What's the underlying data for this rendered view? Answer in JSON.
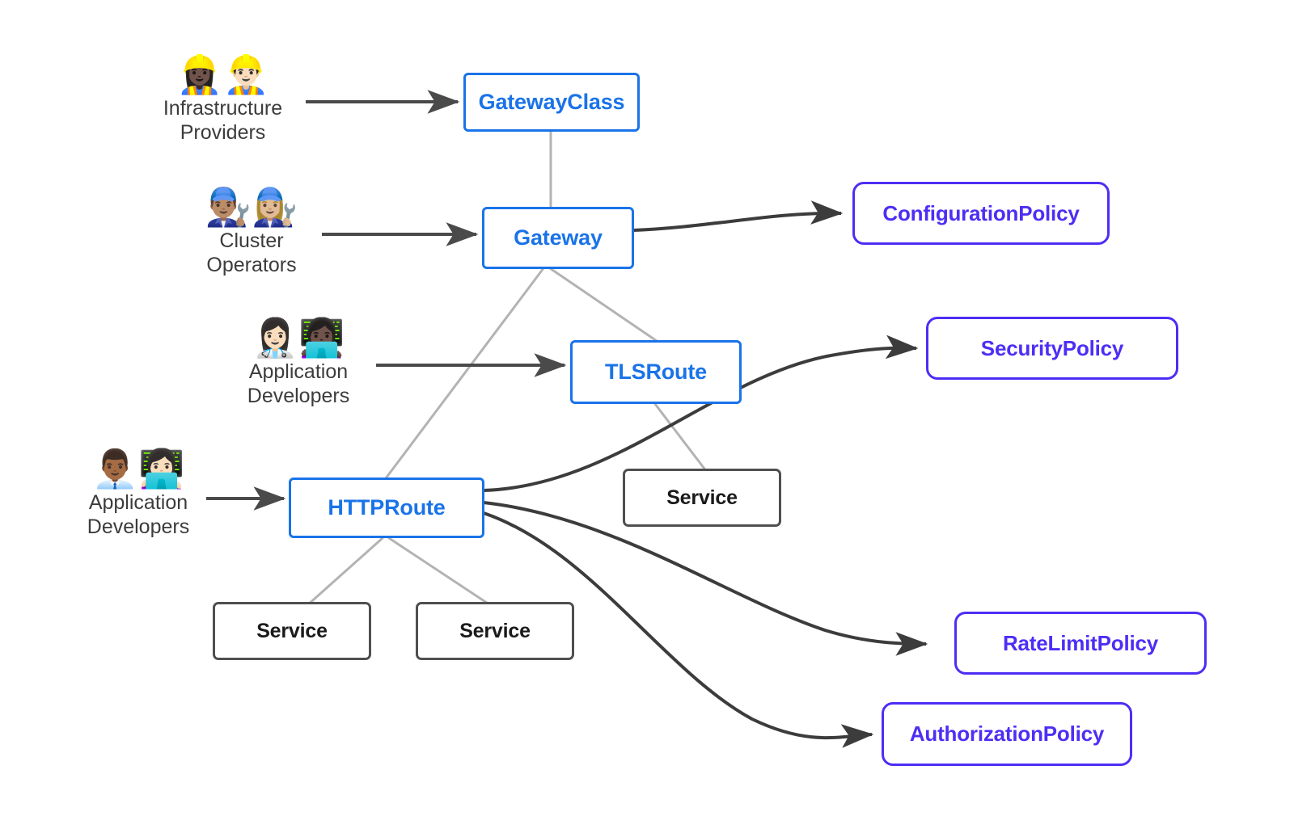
{
  "diagram": {
    "title": "Gateway API resource model with personas and policies",
    "colors": {
      "core_border": "#1a73e8",
      "core_text": "#1a73e8",
      "policy_border": "#4d2ef5",
      "policy_text": "#4d2ef5",
      "service_border": "#4f4f4f",
      "service_text": "#1a1a1a",
      "persona_arrow": "#4a4a4a",
      "hierarchy_line": "#b3b3b3",
      "policy_arrow": "#3c3c3c",
      "background": "#ffffff"
    },
    "personas": [
      {
        "id": "infrastructure-providers",
        "emojis": "👷🏿‍♀️👷🏻‍♂️",
        "label": "Infrastructure\nProviders"
      },
      {
        "id": "cluster-operators",
        "emojis": "👨🏽‍🔧👩🏼‍🔧",
        "label": "Cluster\nOperators"
      },
      {
        "id": "application-developers-tls",
        "emojis": "👩🏻‍⚕️👩🏿‍💻",
        "label": "Application\nDevelopers"
      },
      {
        "id": "application-developers-http",
        "emojis": "👨🏾‍💼👩🏻‍💻",
        "label": "Application\nDevelopers"
      }
    ],
    "nodes": [
      {
        "id": "gatewayclass",
        "label": "GatewayClass",
        "kind": "core"
      },
      {
        "id": "gateway",
        "label": "Gateway",
        "kind": "core"
      },
      {
        "id": "tlsroute",
        "label": "TLSRoute",
        "kind": "core"
      },
      {
        "id": "httproute",
        "label": "HTTPRoute",
        "kind": "core"
      },
      {
        "id": "configurationpolicy",
        "label": "ConfigurationPolicy",
        "kind": "policy"
      },
      {
        "id": "securitypolicy",
        "label": "SecurityPolicy",
        "kind": "policy"
      },
      {
        "id": "ratelimitpolicy",
        "label": "RateLimitPolicy",
        "kind": "policy"
      },
      {
        "id": "authorizationpolicy",
        "label": "AuthorizationPolicy",
        "kind": "policy"
      },
      {
        "id": "service-tls",
        "label": "Service",
        "kind": "service"
      },
      {
        "id": "service-http-1",
        "label": "Service",
        "kind": "service"
      },
      {
        "id": "service-http-2",
        "label": "Service",
        "kind": "service"
      }
    ],
    "edges": [
      {
        "from": "infrastructure-providers",
        "to": "gatewayclass",
        "style": "persona-arrow"
      },
      {
        "from": "cluster-operators",
        "to": "gateway",
        "style": "persona-arrow"
      },
      {
        "from": "application-developers-tls",
        "to": "tlsroute",
        "style": "persona-arrow"
      },
      {
        "from": "application-developers-http",
        "to": "httproute",
        "style": "persona-arrow"
      },
      {
        "from": "gatewayclass",
        "to": "gateway",
        "style": "hierarchy-line"
      },
      {
        "from": "gateway",
        "to": "tlsroute",
        "style": "hierarchy-line"
      },
      {
        "from": "gateway",
        "to": "httproute",
        "style": "hierarchy-line"
      },
      {
        "from": "tlsroute",
        "to": "service-tls",
        "style": "hierarchy-line"
      },
      {
        "from": "httproute",
        "to": "service-http-1",
        "style": "hierarchy-line"
      },
      {
        "from": "httproute",
        "to": "service-http-2",
        "style": "hierarchy-line"
      },
      {
        "from": "gateway",
        "to": "configurationpolicy",
        "style": "policy-arrow"
      },
      {
        "from": "httproute",
        "to": "securitypolicy",
        "style": "policy-arrow"
      },
      {
        "from": "httproute",
        "to": "ratelimitpolicy",
        "style": "policy-arrow"
      },
      {
        "from": "httproute",
        "to": "authorizationpolicy",
        "style": "policy-arrow"
      }
    ]
  }
}
